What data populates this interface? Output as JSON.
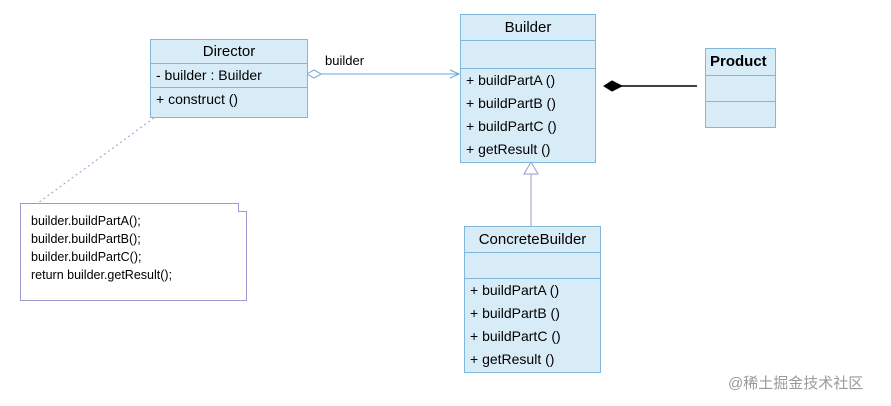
{
  "director": {
    "name": "Director",
    "attributes": [
      "- builder : Builder"
    ],
    "operations": [
      "+ construct ()"
    ]
  },
  "builder": {
    "name": "Builder",
    "operations": [
      "+ buildPartA ()",
      "+ buildPartB ()",
      "+ buildPartC ()",
      "+ getResult ()"
    ]
  },
  "product": {
    "name": "Product"
  },
  "concrete_builder": {
    "name": "ConcreteBuilder",
    "operations": [
      "+ buildPartA ()",
      "+ buildPartB ()",
      "+ buildPartC ()",
      "+ getResult ()"
    ]
  },
  "association_label": "builder",
  "note": {
    "lines": [
      "builder.buildPartA();",
      "builder.buildPartB();",
      "builder.buildPartC();",
      "return builder.getResult();"
    ]
  },
  "watermark": "@稀土掘金技术社区",
  "colors": {
    "class_fill": "#d8ecf8",
    "class_border": "#7fb7dd",
    "note_border": "#9a9ad0"
  }
}
